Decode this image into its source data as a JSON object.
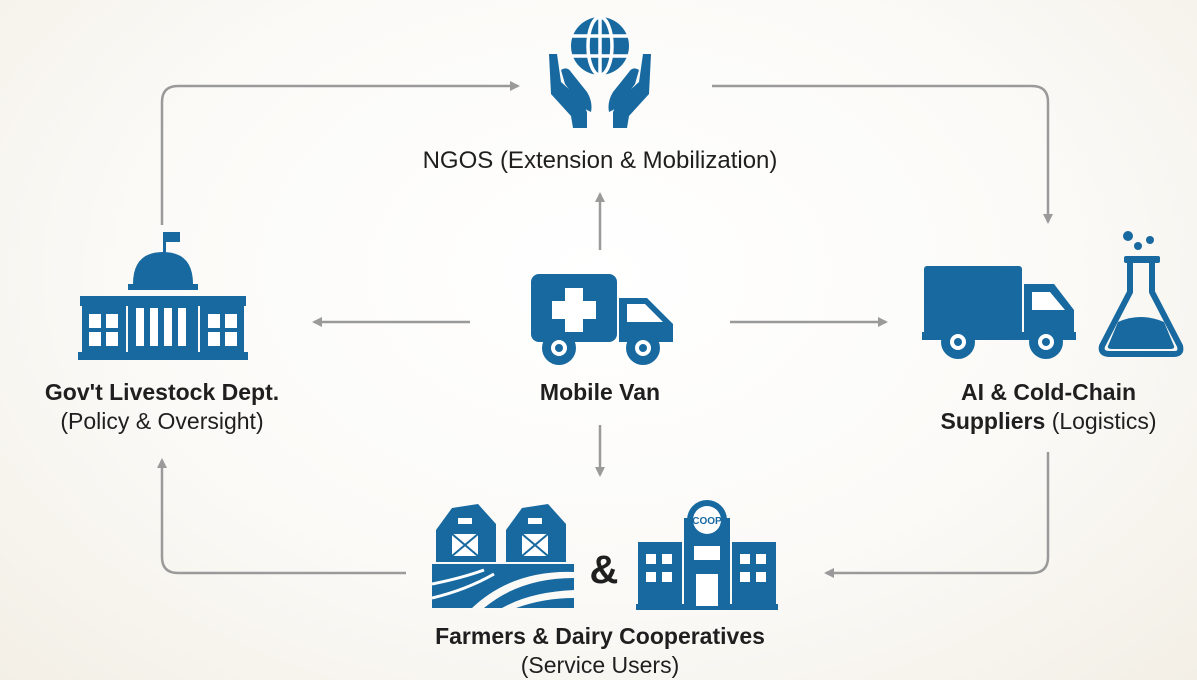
{
  "colors": {
    "icon": "#1769a0",
    "arrow": "#9a9a9a",
    "text": "#1f1f1f"
  },
  "nodes": {
    "ngos": {
      "label": "NGOS (Extension & Mobilization)",
      "icon": "globe-in-hands-icon"
    },
    "van": {
      "label": "Mobile Van",
      "icon": "ambulance-van-icon"
    },
    "gov": {
      "title": "Gov't Livestock Dept.",
      "subtitle": "(Policy & Oversight)",
      "icon": "government-building-icon"
    },
    "suppliers": {
      "title_line1": "AI & Cold-Chain",
      "title_line2": "Suppliers",
      "subtitle": "(Logistics)",
      "icons": [
        "delivery-truck-icon",
        "lab-flask-icon"
      ]
    },
    "farmers": {
      "title": "Farmers & Dairy Cooperatives",
      "subtitle": "(Service Users)",
      "ampersand": "&",
      "icons": [
        "farm-barns-icon",
        "coop-building-icon"
      ],
      "coop_sign": "COOP"
    }
  }
}
